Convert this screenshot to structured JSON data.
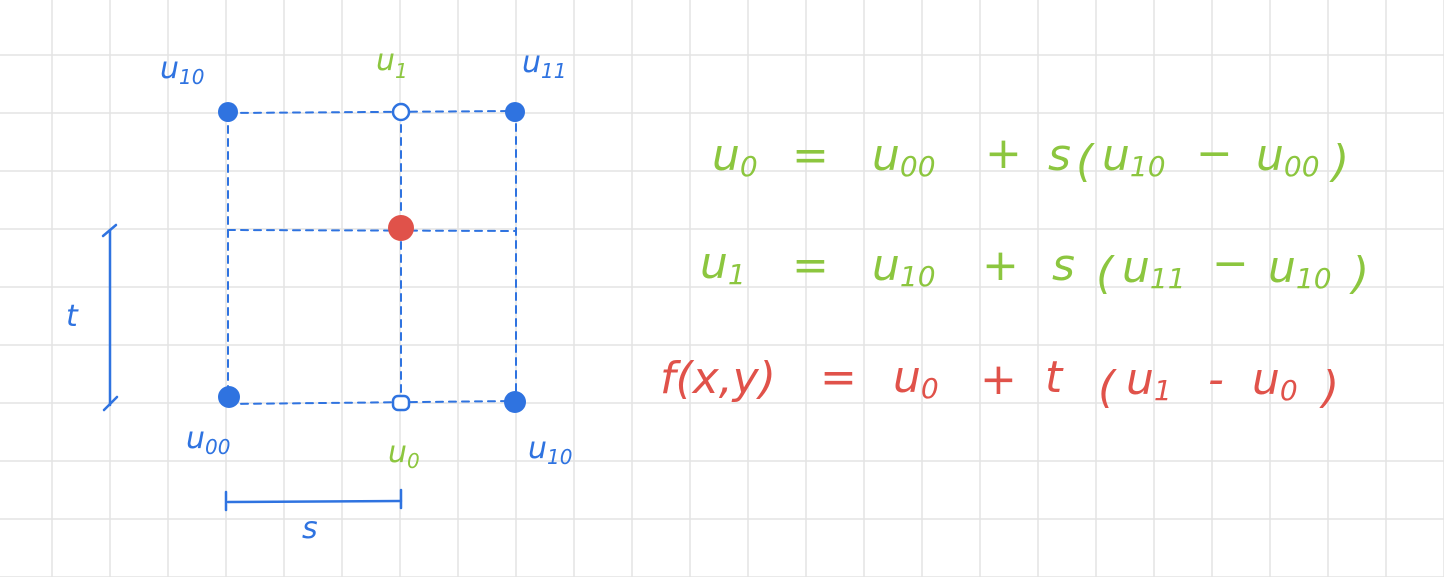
{
  "colors": {
    "grid": "#e3e3e3",
    "blue": "#2f73e0",
    "green": "#8cc63f",
    "red": "#e0524a",
    "background": "#ffffff"
  },
  "diagram": {
    "corner_labels": {
      "top_left": {
        "base": "u",
        "sub": "10"
      },
      "top_right": {
        "base": "u",
        "sub": "11"
      },
      "bottom_left": {
        "base": "u",
        "sub": "00"
      },
      "bottom_right": {
        "base": "u",
        "sub": "10"
      }
    },
    "mid_labels": {
      "top": {
        "base": "u",
        "sub": "1"
      },
      "bottom": {
        "base": "u",
        "sub": "0"
      }
    },
    "t_label": "t",
    "s_label": "s"
  },
  "equations": [
    {
      "lhs": {
        "base": "u",
        "sub": "0"
      },
      "eq": "=",
      "a": {
        "base": "u",
        "sub": "00"
      },
      "plus": "+",
      "coef": "s",
      "lparen": "(",
      "b": {
        "base": "u",
        "sub": "10"
      },
      "minus": "−",
      "c": {
        "base": "u",
        "sub": "00"
      },
      "rparen": ")"
    },
    {
      "lhs": {
        "base": "u",
        "sub": "1"
      },
      "eq": "=",
      "a": {
        "base": "u",
        "sub": "10"
      },
      "plus": "+",
      "coef": "s",
      "lparen": "(",
      "b": {
        "base": "u",
        "sub": "11"
      },
      "minus": "−",
      "c": {
        "base": "u",
        "sub": "10"
      },
      "rparen": ")"
    },
    {
      "lhs_text": "f(x,y)",
      "eq": "=",
      "a": {
        "base": "u",
        "sub": "0"
      },
      "plus": "+",
      "coef": "t",
      "lparen": "(",
      "b": {
        "base": "u",
        "sub": "1"
      },
      "minus": "-",
      "c": {
        "base": "u",
        "sub": "0"
      },
      "rparen": ")"
    }
  ]
}
